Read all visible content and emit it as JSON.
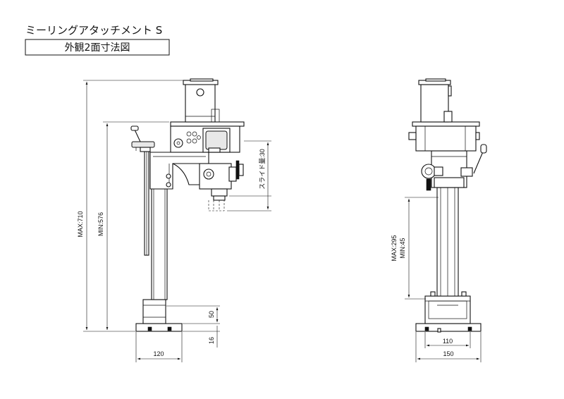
{
  "header": {
    "title": "ミーリングアタッチメント S",
    "subtitle": "外観2面寸法図"
  },
  "dimensions": {
    "max_height": "MAX:710",
    "min_height": "MIN:576",
    "slide_travel": "スライド量:30",
    "base_height": "50",
    "base_plate": "16",
    "side_width": "120",
    "column_range_max": "MAX:295",
    "column_range_min": "MIN:45",
    "front_inner_width": "110",
    "front_outer_width": "150"
  },
  "colors": {
    "line": "#111111",
    "background": "#ffffff"
  }
}
